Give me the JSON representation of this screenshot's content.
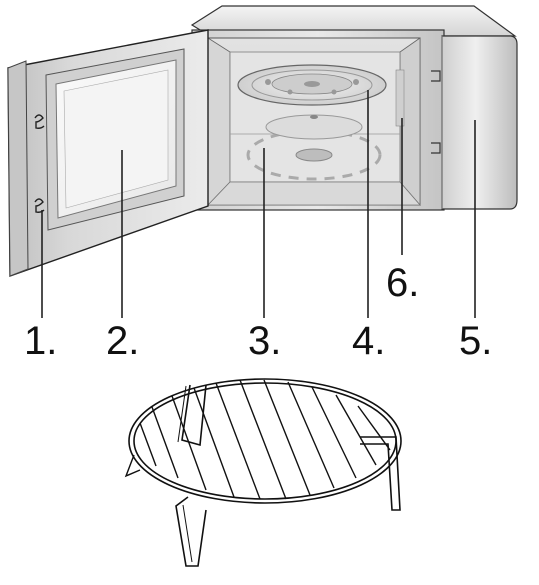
{
  "callouts": {
    "door": "1.",
    "door_window": "2.",
    "turntable_support": "3.",
    "glass_tray": "4.",
    "control_panel": "5.",
    "waveguide_cover": "6."
  },
  "colors": {
    "metal_light": "#e6e6e6",
    "metal_mid": "#c8c8c8",
    "metal_dark": "#9a9a9a",
    "outline": "#1a1a1a",
    "background": "#ffffff"
  },
  "icons": {
    "door_hook": "hook-icon",
    "door_latch": "latch-icon",
    "grill_rack": "grill-rack-icon"
  }
}
